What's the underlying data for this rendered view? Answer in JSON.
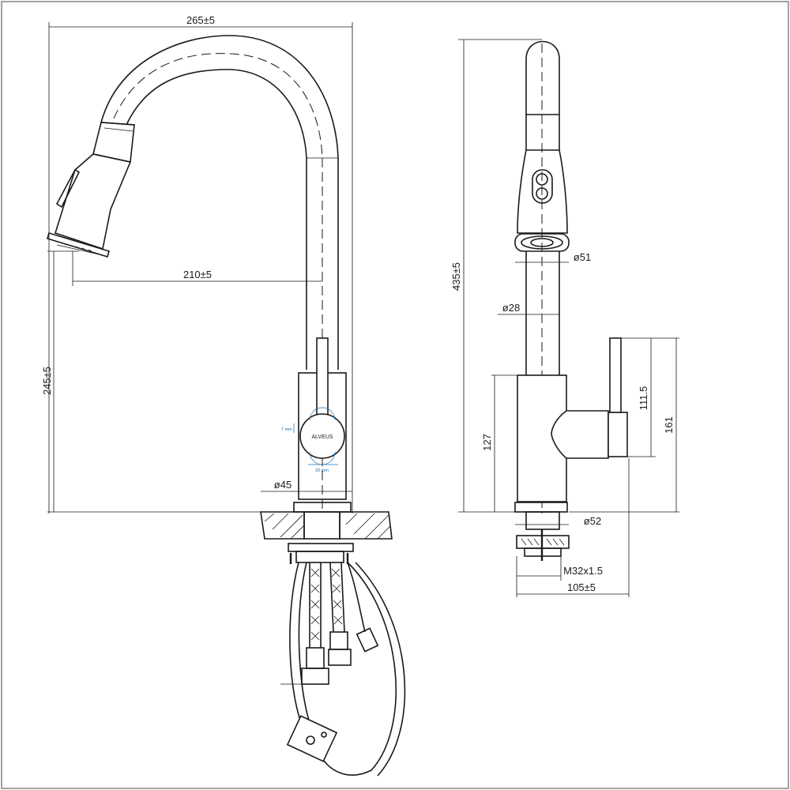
{
  "dimensions": {
    "overall_reach": "265±5",
    "spout_reach": "210±5",
    "spout_height": "245±5",
    "base_diameter": "ø45",
    "total_height": "435±5",
    "head_diameter": "ø51",
    "spout_diameter": "ø28",
    "lever_height": "111.5",
    "lever_top_height": "161",
    "body_height": "127",
    "flange_diameter": "ø52",
    "thread": "M32x1.5",
    "depth": "105±5"
  },
  "logo": {
    "brand": "ALVEUS",
    "label_7mm": "7 mm",
    "label_20mm": "20 mm"
  }
}
